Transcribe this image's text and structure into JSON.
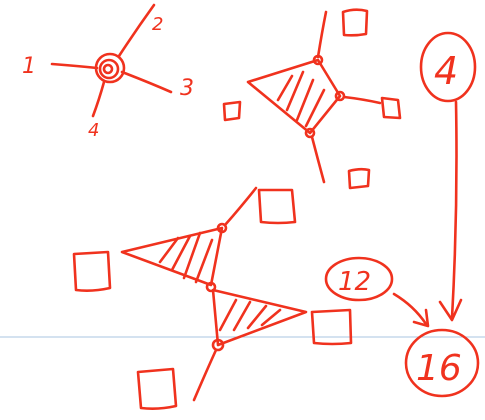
{
  "colors": {
    "ink": "#f0321e",
    "guide_line": "#a9c6e0",
    "background": "#ffffff"
  },
  "labels": {
    "port_1": "1",
    "port_2": "2",
    "port_3": "3",
    "port_4": "4",
    "circled_4": "4",
    "circled_12": "12",
    "circled_16": "16"
  }
}
